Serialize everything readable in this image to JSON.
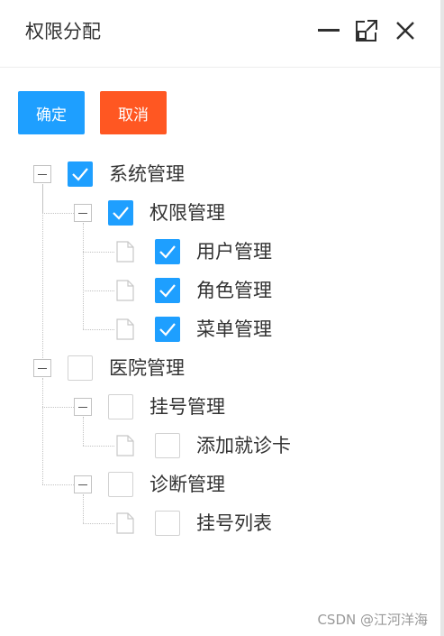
{
  "dialog": {
    "title": "权限分配",
    "controls": [
      "minimize-icon",
      "maximize-icon",
      "close-icon"
    ]
  },
  "actions": {
    "confirm_label": "确定",
    "cancel_label": "取消",
    "confirm_color": "#1e9fff",
    "cancel_color": "#ff5722"
  },
  "tree": [
    {
      "label": "系统管理",
      "checked": true,
      "expanded": true,
      "children": [
        {
          "label": "权限管理",
          "checked": true,
          "expanded": true,
          "children": [
            {
              "label": "用户管理",
              "checked": true
            },
            {
              "label": "角色管理",
              "checked": true
            },
            {
              "label": "菜单管理",
              "checked": true
            }
          ]
        }
      ]
    },
    {
      "label": "医院管理",
      "checked": false,
      "expanded": true,
      "children": [
        {
          "label": "挂号管理",
          "checked": false,
          "expanded": true,
          "children": [
            {
              "label": "添加就诊卡",
              "checked": false
            }
          ]
        },
        {
          "label": "诊断管理",
          "checked": false,
          "expanded": true,
          "children": [
            {
              "label": "挂号列表",
              "checked": false
            }
          ]
        }
      ]
    }
  ],
  "watermark": "CSDN @江河洋海"
}
